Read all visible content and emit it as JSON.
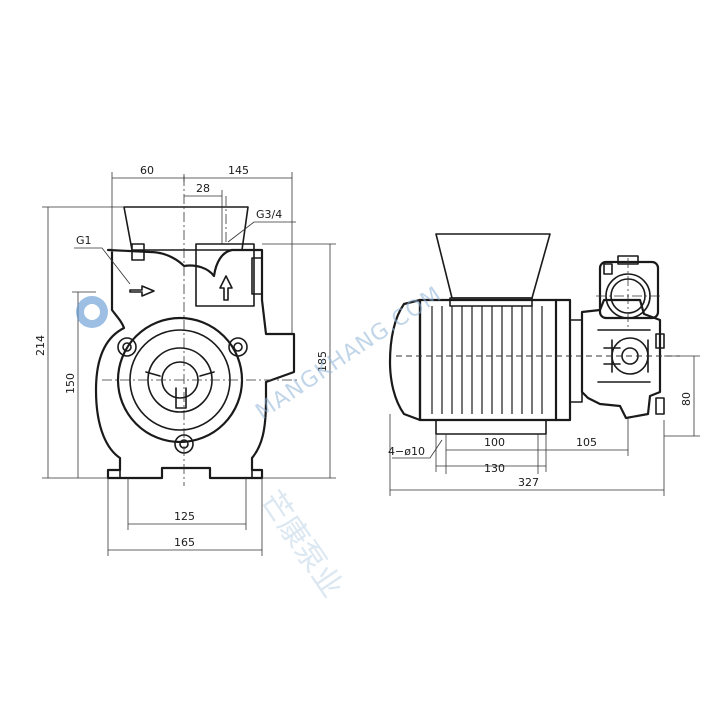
{
  "front_view": {
    "dim_top_left": "60",
    "dim_top_right": "145",
    "dim_top_offset": "28",
    "label_outlet": "G3/4",
    "label_inlet": "G1",
    "dim_overall_height": "214",
    "dim_shaft_height": "150",
    "dim_right_height": "185",
    "dim_foot_inner": "125",
    "dim_foot_outer": "165"
  },
  "side_view": {
    "dim_bolt_spacing": "100",
    "dim_foot_length": "130",
    "dim_pump_offset": "105",
    "dim_overall_length": "327",
    "dim_pump_height": "80",
    "label_holes": "4−ø10"
  },
  "watermark": {
    "text": "MANGKHANG.COM",
    "chinese": "芒康泵业"
  },
  "colors": {
    "line": "#1a1a1a",
    "watermark": "#5b95d0"
  }
}
